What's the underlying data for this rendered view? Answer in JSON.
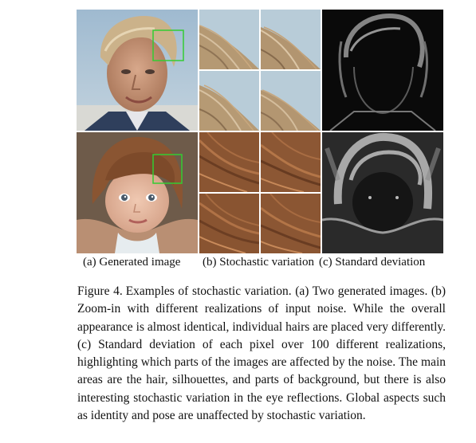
{
  "figure": {
    "subcaptions": {
      "a": "(a) Generated image",
      "b": "(b) Stochastic variation",
      "c": "(c) Standard deviation"
    },
    "caption_label": "Figure 4.",
    "caption_text": "Examples of stochastic variation. (a) Two generated images. (b) Zoom-in with different realizations of input noise. While the overall appearance is almost identical, individual hairs are placed very differently. (c) Standard deviation of each pixel over 100 different realizations, highlighting which parts of the images are affected by the noise. The main areas are the hair, silhouettes, and parts of background, but there is also interesting stochastic variation in the eye reflections. Global aspects such as identity and pose are unaffected by stochastic variation."
  },
  "colors": {
    "zoom_box": "#33cc33",
    "man_skin": "#c99a7e",
    "man_hair": "#cdb58e",
    "child_hair": "#8a5532",
    "sky": "#aac3d6"
  }
}
